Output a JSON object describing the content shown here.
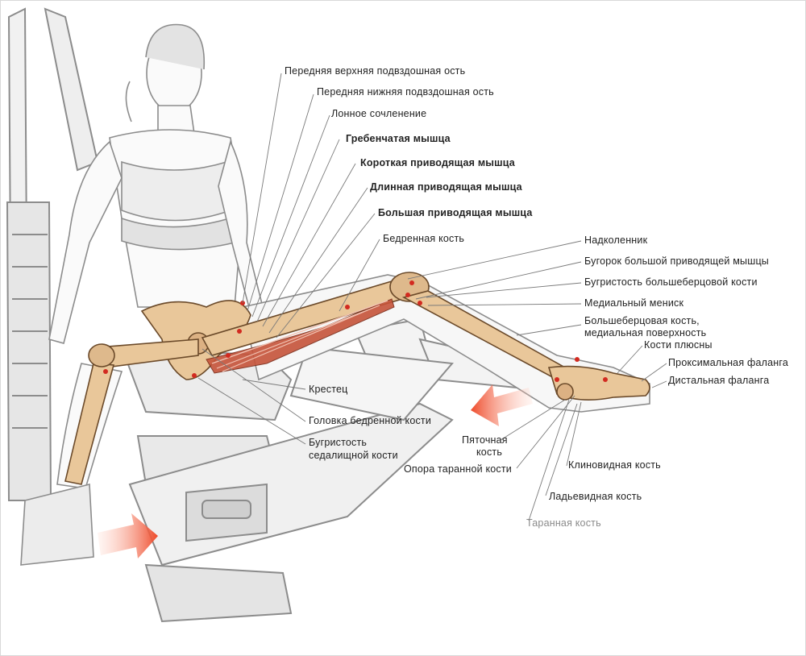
{
  "labels": {
    "asis": "Передняя верхняя подвздошная ость",
    "aiis": "Передняя нижняя подвздошная ость",
    "symphysis": "Лонное сочленение",
    "pectineus": "Гребенчатая мышца",
    "adductor_brevis": "Короткая приводящая мышца",
    "adductor_longus": "Длинная приводящая мышца",
    "adductor_magnus": "Большая приводящая мышца",
    "femur": "Бедренная кость",
    "patella": "Надколенник",
    "adductor_tubercle": "Бугорок большой приводящей мышцы",
    "tibial_tuberosity": "Бугристость большеберцовой кости",
    "medial_meniscus": "Медиальный мениск",
    "tibia_medial_line1": "Большеберцовая кость,",
    "tibia_medial_line2": "медиальная поверхность",
    "metatarsals": "Кости плюсны",
    "proximal_phalanx": "Проксимальная фаланга",
    "distal_phalanx": "Дистальная фаланга",
    "sacrum": "Крестец",
    "femoral_head": "Головка бедренной кости",
    "ischial_line1": "Бугристость",
    "ischial_line2": "седалищной кости",
    "calcaneus_line1": "Пяточная",
    "calcaneus_line2": "кость",
    "sustentaculum": "Опора таранной кости",
    "cuneiform": "Клиновидная кость",
    "navicular": "Ладьевидная кость",
    "talus": "Таранная кость"
  },
  "colors": {
    "bone": "#e9c79a",
    "muscle": "#c6543a",
    "arrow": "#ee4a2a",
    "sketch": "#8c8c8c",
    "leader": "#7a7a7a",
    "text": "#222222",
    "muted_text": "#8a8a8a"
  },
  "icons": {
    "arrow_push": "red-arrow-icon"
  }
}
